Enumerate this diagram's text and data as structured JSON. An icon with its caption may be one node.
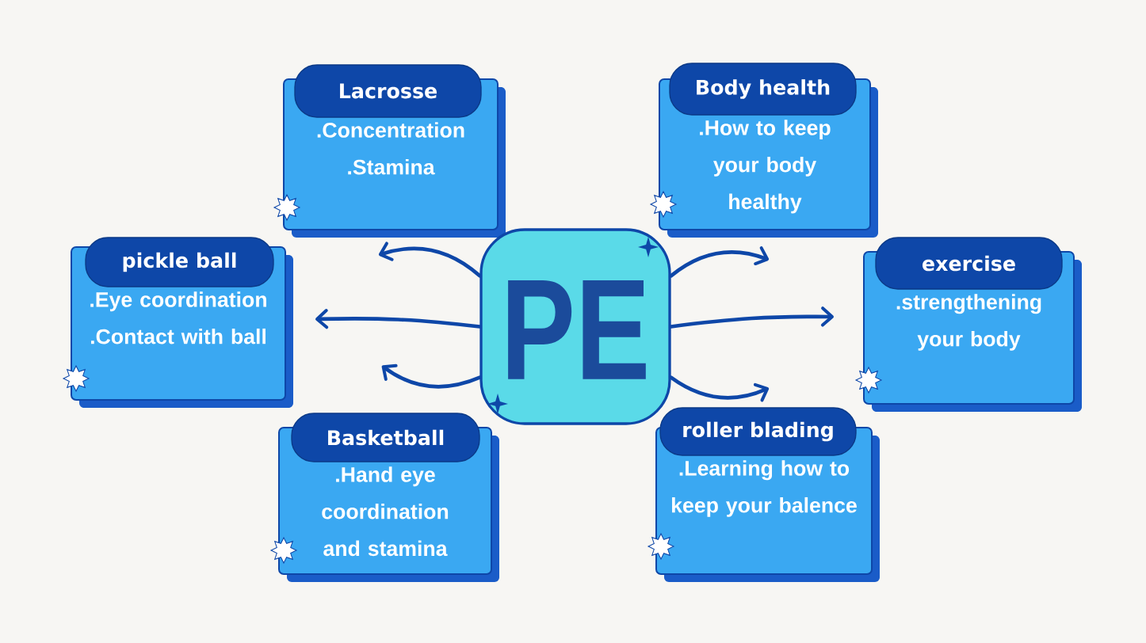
{
  "diagram": {
    "nodes": [
      {
        "text": [
          "Lacrosse",
          ".Concentration",
          ".Stamina"
        ]
      },
      {
        "text": [
          "Body health",
          ".How to keep your body healthy"
        ]
      },
      {
        "text": [
          "pickle ball",
          ".Eye coordination",
          ".Contact with ball"
        ]
      },
      {
        "text": [
          "PE"
        ]
      },
      {
        "text": [
          "exercise",
          ".strengthening your body"
        ]
      },
      {
        "text": [
          "Basketball",
          ".Hand eye coordination and stamina"
        ]
      },
      {
        "text": [
          "roller blading",
          ".Learning how to keep your balence"
        ]
      }
    ],
    "edges": [
      {
        "from": 3,
        "to": 0,
        "arrow": "to"
      },
      {
        "from": 3,
        "to": 1,
        "arrow": "to"
      },
      {
        "from": 3,
        "to": 2,
        "arrow": "to"
      },
      {
        "from": 3,
        "to": 4,
        "arrow": "to"
      },
      {
        "from": 3,
        "to": 5,
        "arrow": "to"
      },
      {
        "from": 3,
        "to": 6,
        "arrow": "to"
      }
    ]
  }
}
